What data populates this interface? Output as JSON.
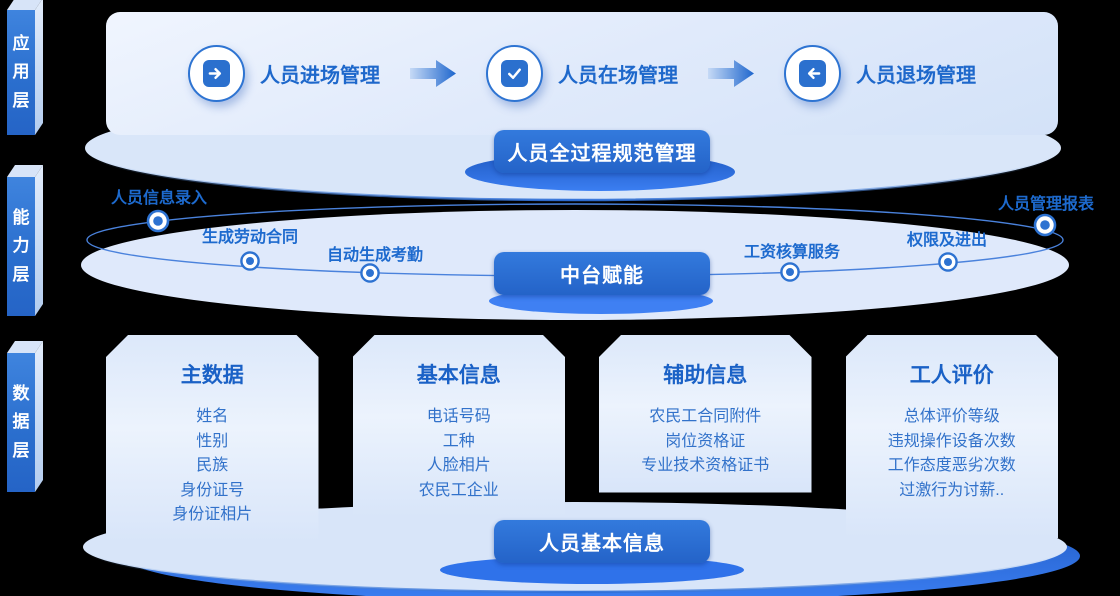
{
  "accent_color": "#2b6fd3",
  "layers": {
    "application": {
      "ribbon": "应用层",
      "banner": "人员全过程规范管理",
      "modules": [
        {
          "label": "人员进场管理",
          "icon": "enter-icon"
        },
        {
          "label": "人员在场管理",
          "icon": "check-icon"
        },
        {
          "label": "人员退场管理",
          "icon": "exit-icon"
        }
      ]
    },
    "capability": {
      "ribbon": "能力层",
      "banner": "中台赋能",
      "nodes": [
        "人员信息录入",
        "生成劳动合同",
        "自动生成考勤",
        "工资核算服务",
        "权限及进出",
        "人员管理报表"
      ]
    },
    "data": {
      "ribbon": "数据层",
      "banner": "人员基本信息",
      "cards": [
        {
          "title": "主数据",
          "items": [
            "姓名",
            "性别",
            "民族",
            "身份证号",
            "身份证相片"
          ]
        },
        {
          "title": "基本信息",
          "items": [
            "电话号码",
            "工种",
            "人脸相片",
            "农民工企业"
          ]
        },
        {
          "title": "辅助信息",
          "items": [
            "农民工合同附件",
            "岗位资格证",
            "专业技术资格证书"
          ]
        },
        {
          "title": "工人评价",
          "items": [
            "总体评价等级",
            "违规操作设备次数",
            "工作态度恶劣次数",
            "过激行为讨薪.."
          ]
        }
      ]
    }
  }
}
